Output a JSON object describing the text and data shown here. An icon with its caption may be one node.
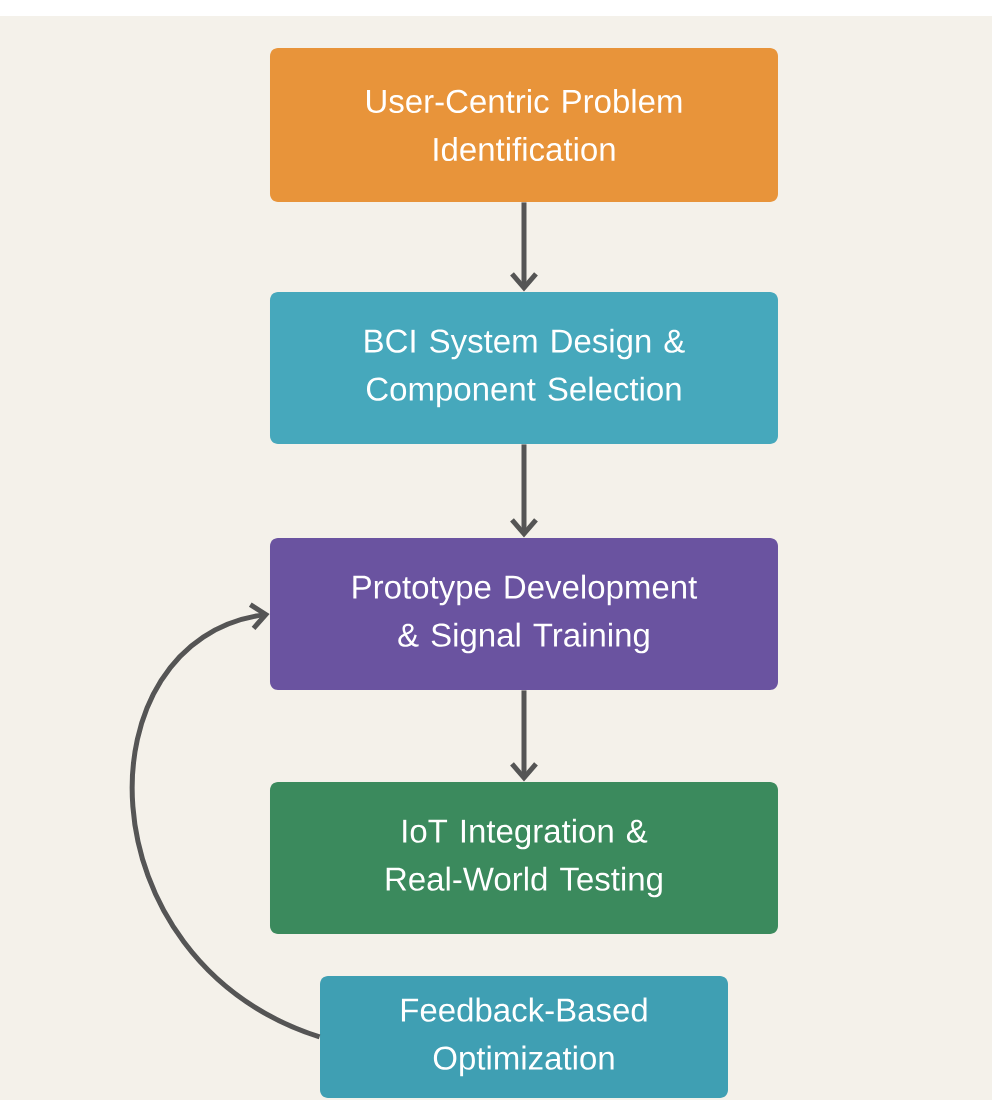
{
  "diagram": {
    "nodes": [
      {
        "text": [
          "User-Centric Problem Identification"
        ]
      },
      {
        "text": [
          "BCI System Design & Component Selection"
        ]
      },
      {
        "text": [
          "Prototype Development & Signal Training"
        ]
      },
      {
        "text": [
          "IoT Integration & Real-World Testing"
        ]
      },
      {
        "text": [
          "Feedback-Based Optimization"
        ]
      }
    ],
    "edges": [
      {
        "from": 0,
        "to": 1,
        "arrow": "to"
      },
      {
        "from": 1,
        "to": 2,
        "arrow": "to"
      },
      {
        "from": 2,
        "to": 3,
        "arrow": "to"
      },
      {
        "from": 4,
        "to": 2,
        "arrow": "to"
      }
    ]
  }
}
